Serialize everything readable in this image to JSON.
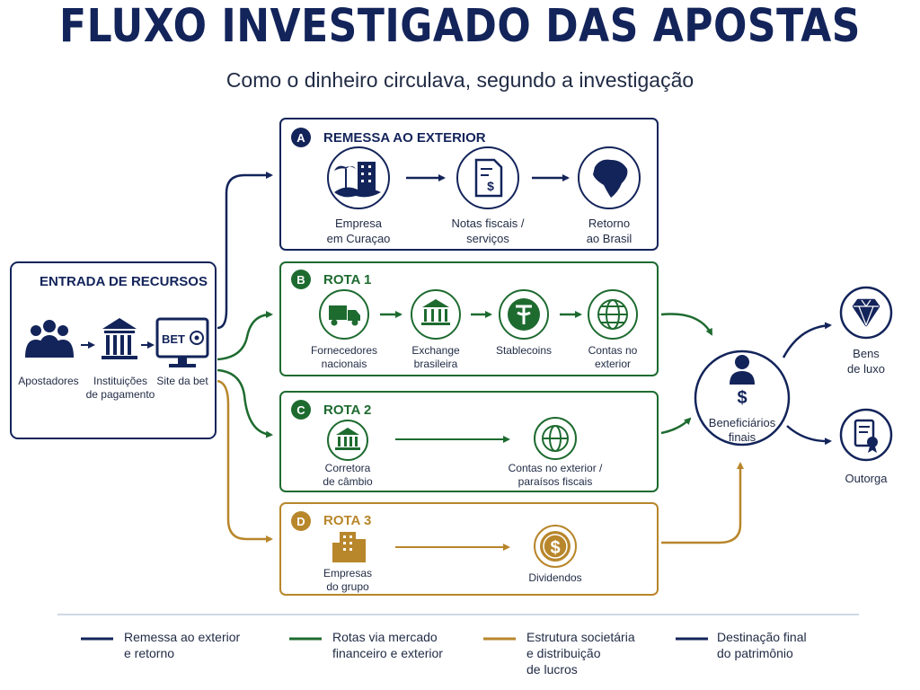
{
  "title": "FLUXO INVESTIGADO DAS APOSTAS",
  "subtitle": "Como o dinheiro circulava, segundo a investigação",
  "colors": {
    "navy": "#13245a",
    "green": "#1e6b30",
    "gold": "#b8862b"
  },
  "entrada": {
    "title": "ENTRADA DE RECURSOS",
    "items": [
      "Apostadores",
      "Instituições\nde pagamento",
      "Site da bet"
    ],
    "bet_text": "BET"
  },
  "routes": {
    "a": {
      "letter": "A",
      "title": "REMESSA AO EXTERIOR",
      "items": [
        "Empresa\nem Curaçao",
        "Notas fiscais /\nserviços",
        "Retorno\nao Brasil"
      ]
    },
    "b": {
      "letter": "B",
      "title": "ROTA 1",
      "items": [
        "Fornecedores\nnacionais",
        "Exchange\nbrasileira",
        "Stablecoins",
        "Contas no\nexterior"
      ]
    },
    "c": {
      "letter": "C",
      "title": "ROTA 2",
      "items": [
        "Corretora\nde câmbio",
        "Contas no exterior /\nparaísos fiscais"
      ]
    },
    "d": {
      "letter": "D",
      "title": "ROTA 3",
      "items": [
        "Empresas\ndo grupo",
        "Dividendos"
      ]
    }
  },
  "beneficiarios": "Beneficiários\nfinais",
  "destinos": [
    "Bens\nde luxo",
    "Outorga"
  ],
  "legend": [
    {
      "label": "Remessa ao exterior\ne retorno",
      "color": "#13245a"
    },
    {
      "label": "Rotas via mercado\nfinanceiro e exterior",
      "color": "#1e6b30"
    },
    {
      "label": "Estrutura societária\ne distribuição\nde lucros",
      "color": "#b8862b"
    },
    {
      "label": "Destinação final\ndo patrimônio",
      "color": "#13245a"
    }
  ]
}
